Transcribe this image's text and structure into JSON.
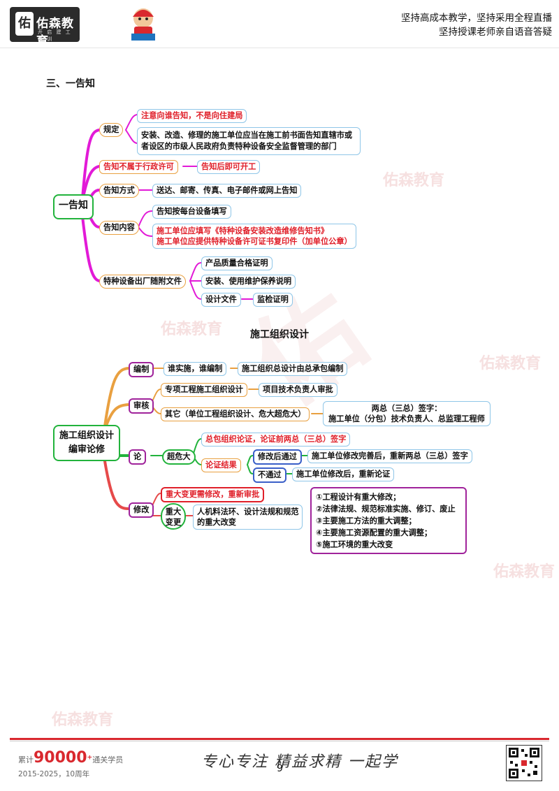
{
  "header": {
    "logo_mark": "佑",
    "logo_text": "佑森教育",
    "logo_sub": "开 启 建 工 培 训",
    "slogan_line1": "坚持高成本教学，坚持采用全程直播",
    "slogan_line2": "坚持授课老师亲自语音答疑"
  },
  "section1": {
    "title": "三、一告知",
    "root": "一告知",
    "guiding": "规定",
    "guiding_note_red": "注意向谁告知，不是向住建局",
    "guiding_note": "安装、改造、修理的施工单位应当在施工前书面告知直辖市或者设区的市级人民政府负责特种设备安全监督管理的部门",
    "not_permit": "告知不属于行政许可",
    "not_permit_note": "告知后即可开工",
    "method": "告知方式",
    "method_note": "送达、邮寄、传真、电子邮件或网上告知",
    "content": "告知内容",
    "content_note1": "告知按每台设备填写",
    "content_note2_line1": "施工单位应填写《特种设备安装改造维修告知书》",
    "content_note2_line2": "施工单位应提供特种设备许可证书复印件（加单位公章）",
    "docs": "特种设备出厂随附文件",
    "docs_item1": "产品质量合格证明",
    "docs_item2": "安装、使用维护保养说明",
    "docs_item3": "设计文件",
    "docs_item3_note": "监检证明"
  },
  "section2": {
    "title": "施工组织设计",
    "root_line1": "施工组织设计",
    "root_line2": "编审论修",
    "compile": "编制",
    "compile_q": "谁实施，谁编制",
    "compile_a": "施工组织总设计由总承包编制",
    "review": "审核",
    "review_special": "专项工程施工组织设计",
    "review_special_a": "项目技术负责人审批",
    "review_other": "其它（单位工程组织设计、危大超危大）",
    "review_other_a1": "两总（三总）签字：",
    "review_other_a2": "施工单位（分包）技术负责人、总监理工程师",
    "argue": "论",
    "super": "超危大",
    "super_red": "总包组织论证，论证前两总（三总）签字",
    "result": "论证结果",
    "pass": "修改后通过",
    "pass_a": "施工单位修改完善后，重新两总（三总）签字",
    "fail": "不通过",
    "fail_a": "施工单位修改后，重新论证",
    "modify": "修改",
    "modify_red": "重大变更需修改，重新审批",
    "major_line1": "重大",
    "major_line2": "变更",
    "major_a_line1": "人机料法环、设计法规和规范",
    "major_a_line2": "的重大改变",
    "list": [
      "①工程设计有重大修改；",
      "②法律法规、规范标准实施、修订、废止",
      "③主要施工方法的重大调整；",
      "④主要施工资源配置的重大调整；",
      "⑤施工环境的重大改变"
    ]
  },
  "watermark": "佑森教育",
  "footer": {
    "count_prefix": "累计",
    "count": "90000",
    "count_plus": "+",
    "count_suffix": "通关学员",
    "years": "2015-2025，10周年",
    "motto": "专心专注 精益求精 一起学",
    "page": "9"
  },
  "colors": {
    "blue_border": "#8fc6e8",
    "red": "#e0202a",
    "magenta": "#e21ad7",
    "orange": "#e9a040",
    "green": "#22b33c",
    "purple": "#a0239b"
  }
}
